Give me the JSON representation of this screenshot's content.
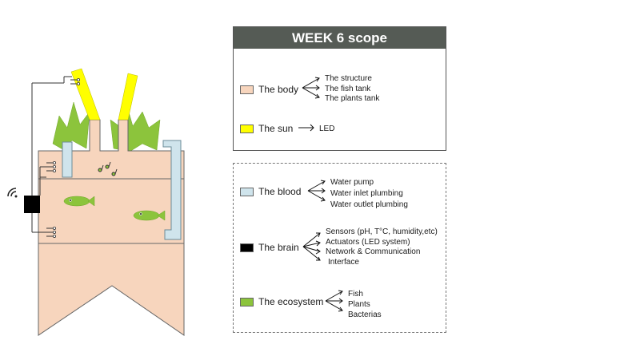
{
  "scope": {
    "title": "WEEK 6 scope",
    "groups": [
      {
        "label": "The body",
        "color": "#f7d5bd",
        "items": [
          "The structure",
          "The fish tank",
          "The plants tank"
        ]
      },
      {
        "label": "The sun",
        "color": "#ffff00",
        "items": [
          "LED"
        ]
      }
    ]
  },
  "systems": {
    "groups": [
      {
        "label": "The blood",
        "color": "#cfe4ec",
        "items": [
          "Water pump",
          "Water inlet plumbing",
          "Water outlet plumbing"
        ]
      },
      {
        "label": "The brain",
        "color": "#000000",
        "items": [
          "Sensors (pH, T°C, humidity,etc)",
          "Actuators (LED system)",
          "Network & Communication",
          "Interface"
        ]
      },
      {
        "label": "The ecosystem",
        "color": "#8cc43c",
        "items": [
          "Fish",
          "Plants",
          "Bacterias"
        ]
      }
    ]
  },
  "colors": {
    "body": "#f7d5bd",
    "sun": "#ffff00",
    "blood": "#cfe4ec",
    "brain": "#000000",
    "ecosystem": "#8cc43c",
    "header": "#555b55"
  }
}
